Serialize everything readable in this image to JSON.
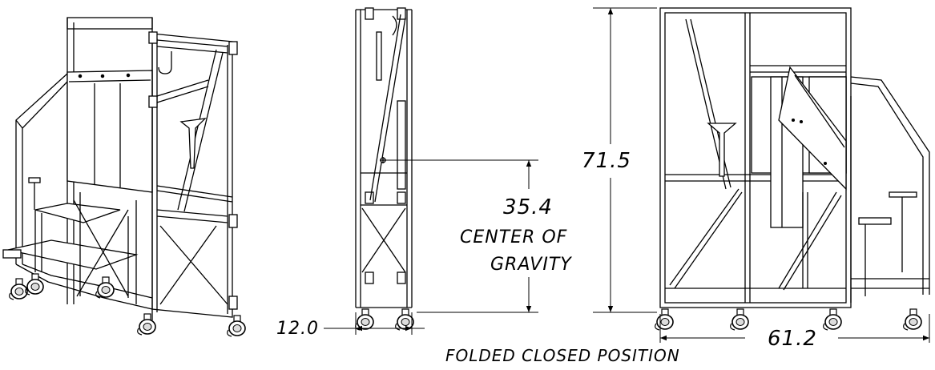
{
  "dimensions": {
    "depth": "12.0",
    "height": "71.5",
    "width": "61.2",
    "cog_value": "35.4",
    "cog_line1": "CENTER OF",
    "cog_line2": "GRAVITY"
  },
  "caption": "FOLDED CLOSED POSITION",
  "colors": {
    "line": "#000000",
    "background": "#ffffff"
  }
}
